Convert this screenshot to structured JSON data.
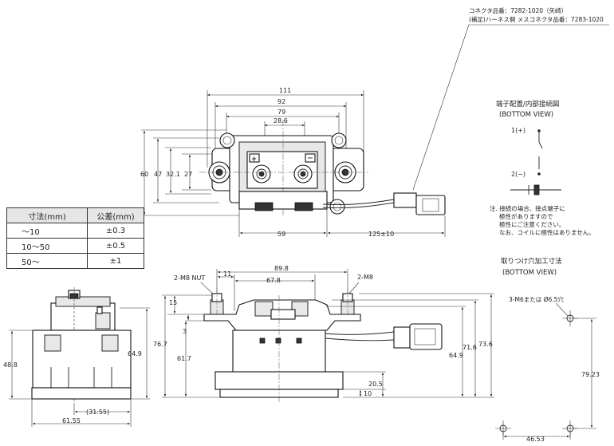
{
  "connector_note": {
    "line1": "コネクタ品番：7282-1020（矢崎）",
    "line2": "(補足)ハーネス側 メスコネクタ品番：7283-1020"
  },
  "terminal_diagram": {
    "title": "端子配置/内部接続図",
    "view": "(BOTTOM VIEW)",
    "label_plus": "1(+)",
    "label_minus": "2(−)",
    "note1": "注. 接続の場合、接点端子に",
    "note2": "極性がありますので",
    "note3": "極性にご注意ください。",
    "note4": "なお、コイルに極性はありません。"
  },
  "mounting": {
    "title": "取りつけ穴加工寸法",
    "view": "(BOTTOM VIEW)",
    "hole_label": "3-M6または Ø6.5穴",
    "dim_vertical": "79.23",
    "dim_horizontal": "46.53"
  },
  "top_view_dims": {
    "d111": "111",
    "d92": "92",
    "d79": "79",
    "d28_6": "28.6",
    "d60": "60",
    "d47": "47",
    "d32_1": "32.1",
    "d27": "27",
    "d59": "59",
    "d125": "125±10"
  },
  "tolerance_table": {
    "header_size": "寸法(mm)",
    "header_tol": "公差(mm)",
    "rows": [
      {
        "size": "〜10",
        "tol": "±0.3"
      },
      {
        "size": "10〜50",
        "tol": "±0.5"
      },
      {
        "size": "50〜",
        "tol": "±1"
      }
    ]
  },
  "side_view_dims": {
    "d48_8": "48.8",
    "d64_9": "64.9",
    "d61_55": "61.55",
    "d31_55": "(31.55)"
  },
  "front_view_dims": {
    "nut_label": "2-M8 NUT",
    "m8_label": "2-M8",
    "d89_8": "89.8",
    "d11": "11",
    "d67_8": "67.8",
    "d15": "15",
    "d3": "3",
    "d76_7": "76.7",
    "d61_7": "61.7",
    "d71_6": "71.6",
    "d73_6": "73.6",
    "d64_9": "64.9",
    "d20_5": "20.5",
    "d10": "10"
  }
}
